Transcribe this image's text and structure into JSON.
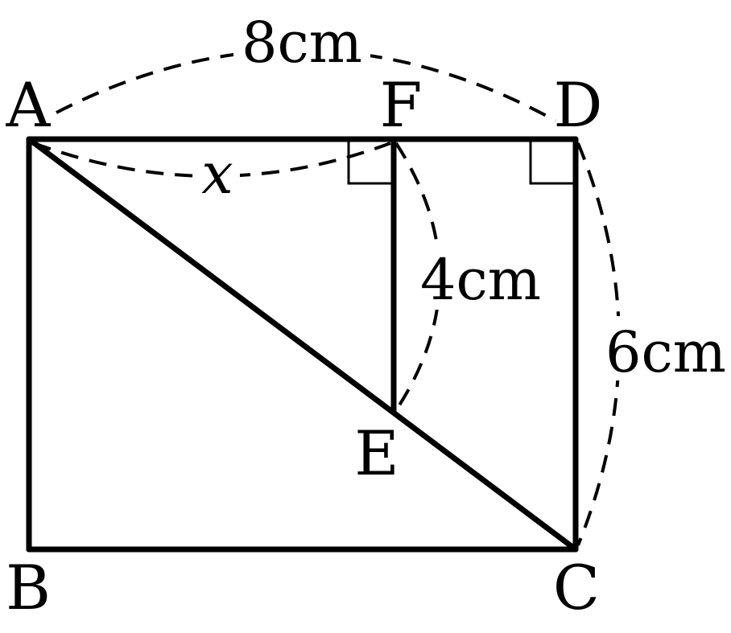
{
  "diagram": {
    "points": {
      "A": "A",
      "B": "B",
      "C": "C",
      "D": "D",
      "E": "E",
      "F": "F"
    },
    "measures": {
      "top": "8cm",
      "right": "6cm",
      "fe": "4cm",
      "af": "x"
    },
    "right_angles": [
      "F",
      "D"
    ]
  }
}
